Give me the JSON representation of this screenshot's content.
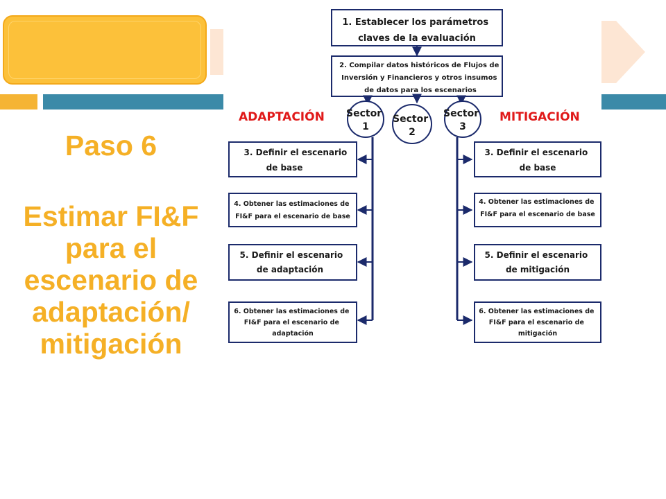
{
  "slide": {
    "step_title": "Paso 6",
    "step_description": "Estimar FI&F para el escenario de adaptación/ mitigación",
    "colors": {
      "accent_yellow": "#f5b026",
      "accent_blue": "#3b8aa8",
      "peach": "#fde6d4",
      "diagram_navy": "#1b2a6b",
      "label_red": "#e01919"
    }
  },
  "diagram": {
    "top_box_1": [
      "1. Establecer los parámetros",
      "claves de la evaluación"
    ],
    "top_box_2": [
      "2.  Compilar datos históricos de Flujos de",
      "Inversión y Financieros y otros insumos",
      "de datos para los escenarios"
    ],
    "label_left": "ADAPTACIÓN",
    "label_right": "MITIGACIÓN",
    "sectors": [
      {
        "word": "Sector",
        "number": "1"
      },
      {
        "word": "Sector",
        "number": "2"
      },
      {
        "word": "Sector",
        "number": "3"
      }
    ],
    "left_boxes": [
      [
        "3. Definir el escenario",
        "de base"
      ],
      [
        "4. Obtener las estimaciones de",
        "FI&F para el escenario de base"
      ],
      [
        "5. Definir el escenario",
        "de adaptación"
      ],
      [
        "6. Obtener las estimaciones de",
        "FI&F para el escenario de",
        "adaptación"
      ]
    ],
    "right_boxes": [
      [
        "3. Definir el escenario",
        "de base"
      ],
      [
        "4. Obtener las estimaciones de",
        "FI&F para el escenario de base"
      ],
      [
        "5. Definir el escenario",
        "de mitigación"
      ],
      [
        "6. Obtener las estimaciones de",
        "FI&F para el escenario de",
        "mitigación"
      ]
    ]
  }
}
